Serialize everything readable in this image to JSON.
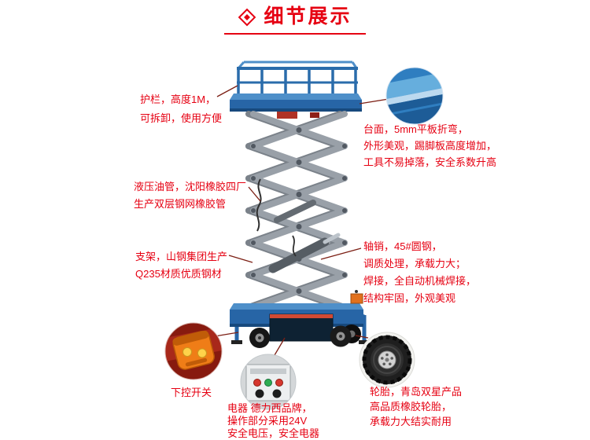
{
  "header": {
    "title": "细节展示"
  },
  "callouts": {
    "guardrail": {
      "lines": [
        "护栏，高度1M，",
        "可拆卸，使用方便"
      ]
    },
    "platform_surface": {
      "lines": [
        "台面，5mm平板折弯，",
        "外形美观，踢脚板高度增加，",
        "工具不易掉落，安全系数升高"
      ]
    },
    "hydraulic_hose": {
      "lines": [
        "液压油管，沈阳橡胶四厂",
        "生产双层钢网橡胶管"
      ]
    },
    "support_frame": {
      "lines": [
        "支架，山钢集团生产",
        "Q235材质优质钢材"
      ]
    },
    "axle_pin_weld": {
      "lines": [
        "轴销，45#圆钢，",
        "调质处理，承载力大；",
        "焊接，全自动机械焊接，",
        "结构牢固，外观美观"
      ]
    },
    "lower_control_switch": {
      "label": "下控开关"
    },
    "electrical": {
      "lines": [
        "电器 德力西品牌，",
        "操作部分采用24V",
        "安全电压，安全电器"
      ]
    },
    "tire": {
      "lines": [
        "轮胎，青岛双星产品",
        "高品质橡胶轮胎，",
        "承载力大结实耐用"
      ]
    }
  },
  "colors": {
    "accent_red": "#e60012",
    "machine_blue": "#2765a6",
    "machine_blue_light": "#4e8fc9",
    "scissor_gray": "#99a0a8",
    "leader_line": "#7c1f14"
  }
}
